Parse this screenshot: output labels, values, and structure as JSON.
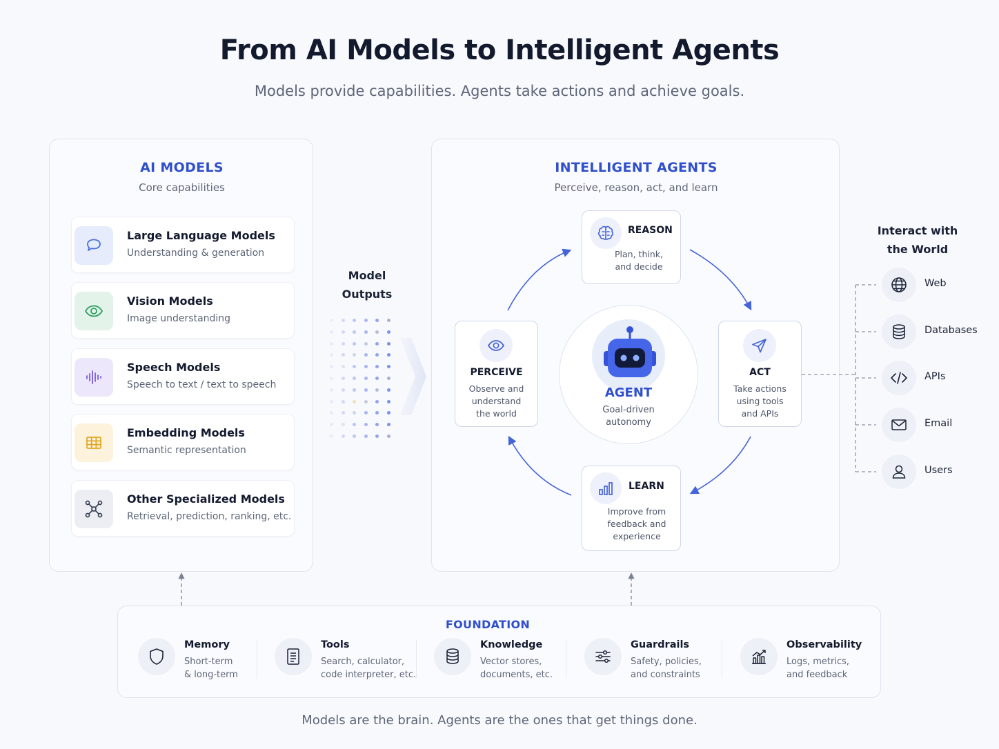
{
  "title": "From AI Models to Intelligent Agents",
  "subtitle": "Models provide capabilities. Agents take actions and achieve goals.",
  "models_panel": {
    "title": "AI MODELS",
    "subtitle": "Core capabilities",
    "items": [
      {
        "title": "Large Language Models",
        "desc": "Understanding & generation",
        "icon": "chat-bubble-icon",
        "color": "#4a6fe0"
      },
      {
        "title": "Vision Models",
        "desc": "Image understanding",
        "icon": "eye-icon",
        "color": "#2e9e62"
      },
      {
        "title": "Speech Models",
        "desc": "Speech to text / text to speech",
        "icon": "waveform-icon",
        "color": "#7b5ae0"
      },
      {
        "title": "Embedding Models",
        "desc": "Semantic representation",
        "icon": "grid-table-icon",
        "color": "#e0a622"
      },
      {
        "title": "Other Specialized Models",
        "desc": "Retrieval, prediction, ranking, etc.",
        "icon": "network-nodes-icon",
        "color": "#3a4258"
      }
    ]
  },
  "model_outputs": {
    "line1": "Model",
    "line2": "Outputs"
  },
  "agents_panel": {
    "title": "INTELLIGENT AGENTS",
    "subtitle": "Perceive, reason, act, and learn",
    "center": {
      "title": "AGENT",
      "line1": "Goal-driven",
      "line2": "autonomy",
      "icon": "robot-icon"
    },
    "reason": {
      "title": "REASON",
      "line1": "Plan, think,",
      "line2": "and decide",
      "icon": "brain-icon"
    },
    "perceive": {
      "title": "PERCEIVE",
      "line1": "Observe and",
      "line2": "understand",
      "line3": "the world",
      "icon": "eye-icon"
    },
    "act": {
      "title": "ACT",
      "line1": "Take actions",
      "line2": "using tools",
      "line3": "and APIs",
      "icon": "paper-plane-icon"
    },
    "learn": {
      "title": "LEARN",
      "line1": "Improve from",
      "line2": "feedback and",
      "line3": "experience",
      "icon": "bar-chart-icon"
    }
  },
  "world": {
    "title_line1": "Interact with",
    "title_line2": "the World",
    "items": [
      {
        "label": "Web",
        "icon": "globe-icon"
      },
      {
        "label": "Databases",
        "icon": "database-icon"
      },
      {
        "label": "APIs",
        "icon": "code-icon"
      },
      {
        "label": "Email",
        "icon": "envelope-icon"
      },
      {
        "label": "Users",
        "icon": "user-icon"
      }
    ]
  },
  "foundation": {
    "title": "FOUNDATION",
    "items": [
      {
        "title": "Memory",
        "line1": "Short-term",
        "line2": "& long-term",
        "icon": "shield-icon"
      },
      {
        "title": "Tools",
        "line1": "Search, calculator,",
        "line2": "code interpreter, etc.",
        "icon": "document-icon"
      },
      {
        "title": "Knowledge",
        "line1": "Vector stores,",
        "line2": "documents, etc.",
        "icon": "database-icon"
      },
      {
        "title": "Guardrails",
        "line1": "Safety, policies,",
        "line2": "and constraints",
        "icon": "sliders-icon"
      },
      {
        "title": "Observability",
        "line1": "Logs, metrics,",
        "line2": "and feedback",
        "icon": "analytics-icon"
      }
    ]
  },
  "footer": "Models are the brain. Agents are the ones that get things done.",
  "colors": {
    "accent": "#2f4fcc",
    "arrow": "#4464d8",
    "border": "#dfe3ef"
  }
}
